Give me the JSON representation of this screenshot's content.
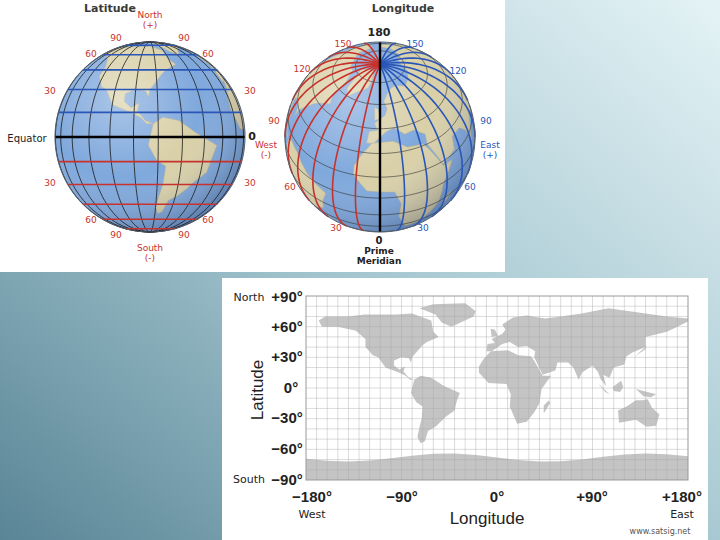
{
  "diagram": {
    "labels": [
      "Latitude",
      "North (+)",
      "90",
      "90",
      "60",
      "60",
      "30",
      "30",
      "Equator",
      "0",
      "30",
      "30",
      "60",
      "60",
      "90",
      "90",
      "South (-)",
      "Longitude",
      "180",
      "150",
      "150",
      "120",
      "120",
      "90",
      "90",
      "West (-)",
      "East (+)",
      "60",
      "60",
      "30",
      "30",
      "0",
      "Prime Meridian",
      "North",
      "+90°",
      "+60°",
      "+30°",
      "Latitude",
      "0°",
      "−30°",
      "−60°",
      "South",
      "−90°",
      "−180°",
      "West",
      "−90°",
      "0°",
      "+90°",
      "+180°",
      "East",
      "Longitude",
      "www.satsig.net"
    ]
  }
}
